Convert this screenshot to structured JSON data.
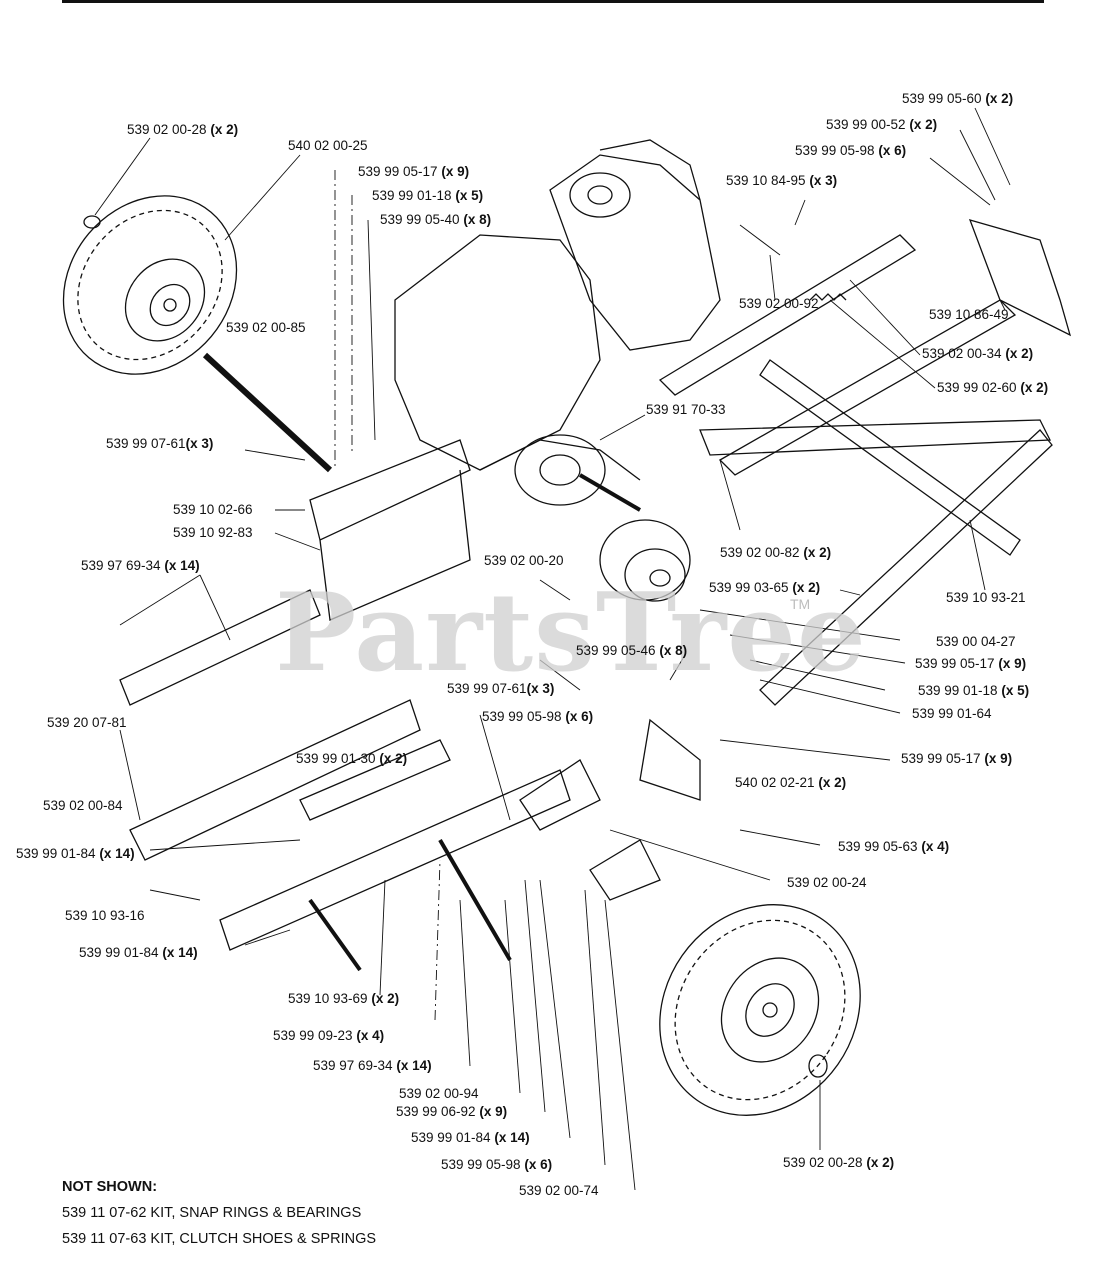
{
  "watermark": {
    "text": "PartsTree",
    "tm": "TM"
  },
  "labels": [
    {
      "part": "539 02 00-28",
      "qty": "(x 2)"
    },
    {
      "part": "540 02 00-25",
      "qty": ""
    },
    {
      "part": "539 99 05-17",
      "qty": "(x 9)"
    },
    {
      "part": "539 99 01-18",
      "qty": "(x 5)"
    },
    {
      "part": "539 99 05-40",
      "qty": "(x 8)"
    },
    {
      "part": "539 99 05-60",
      "qty": "(x 2)"
    },
    {
      "part": "539 99 00-52",
      "qty": "(x 2)"
    },
    {
      "part": "539 99 05-98",
      "qty": "(x 6)"
    },
    {
      "part": "539 10 84-95",
      "qty": "(x 3)"
    },
    {
      "part": "539 02 00-92",
      "qty": ""
    },
    {
      "part": "539 10 86-49",
      "qty": ""
    },
    {
      "part": "539 02 00-85",
      "qty": ""
    },
    {
      "part": "539 02 00-34",
      "qty": "(x 2)"
    },
    {
      "part": "539 99 02-60",
      "qty": "(x 2)"
    },
    {
      "part": "539 91 70-33",
      "qty": ""
    },
    {
      "part": "539 99 07-61",
      "qty": "(x 3)"
    },
    {
      "part": "539 10 02-66",
      "qty": ""
    },
    {
      "part": "539 10 92-83",
      "qty": ""
    },
    {
      "part": "539 02 00-82",
      "qty": "(x 2)"
    },
    {
      "part": "539 97 69-34",
      "qty": "(x 14)"
    },
    {
      "part": "539 02 00-20",
      "qty": ""
    },
    {
      "part": "539 99 03-65",
      "qty": "(x 2)"
    },
    {
      "part": "539 10 93-21",
      "qty": ""
    },
    {
      "part": "539 00 04-27",
      "qty": ""
    },
    {
      "part": "539 99 05-46",
      "qty": "(x 8)"
    },
    {
      "part": "539 99 05-17",
      "qty": "(x 9)"
    },
    {
      "part": "539 99 07-61",
      "qty": "(x 3)"
    },
    {
      "part": "539 99 01-18",
      "qty": "(x 5)"
    },
    {
      "part": "539 20 07-81",
      "qty": ""
    },
    {
      "part": "539 99 05-98",
      "qty": "(x 6)"
    },
    {
      "part": "539 99 01-64",
      "qty": ""
    },
    {
      "part": "539 99 05-17",
      "qty": "(x 9)"
    },
    {
      "part": "539 99 01-30",
      "qty": "(x 2)"
    },
    {
      "part": "540 02 02-21",
      "qty": "(x 2)"
    },
    {
      "part": "539 02 00-84",
      "qty": ""
    },
    {
      "part": "539 99 05-63",
      "qty": "(x 4)"
    },
    {
      "part": "539 99 01-84",
      "qty": "(x 14)"
    },
    {
      "part": "539 02 00-24",
      "qty": ""
    },
    {
      "part": "539 10 93-16",
      "qty": ""
    },
    {
      "part": "539 99 01-84",
      "qty": "(x 14)"
    },
    {
      "part": "539 10 93-69",
      "qty": "(x 2)"
    },
    {
      "part": "539 99 09-23",
      "qty": "(x 4)"
    },
    {
      "part": "539 97 69-34",
      "qty": "(x 14)"
    },
    {
      "part": "539 02 00-94",
      "qty": ""
    },
    {
      "part": "539 99 06-92",
      "qty": "(x 9)"
    },
    {
      "part": "539 99 01-84",
      "qty": "(x 14)"
    },
    {
      "part": "539 99 05-98",
      "qty": "(x 6)"
    },
    {
      "part": "539 02 00-74",
      "qty": ""
    },
    {
      "part": "539 02 00-28",
      "qty": "(x 2)"
    }
  ],
  "not_shown": {
    "heading": "NOT SHOWN:",
    "items": [
      "539 11 07-62  KIT, SNAP RINGS & BEARINGS",
      "539 11 07-63  KIT, CLUTCH SHOES & SPRINGS"
    ]
  }
}
